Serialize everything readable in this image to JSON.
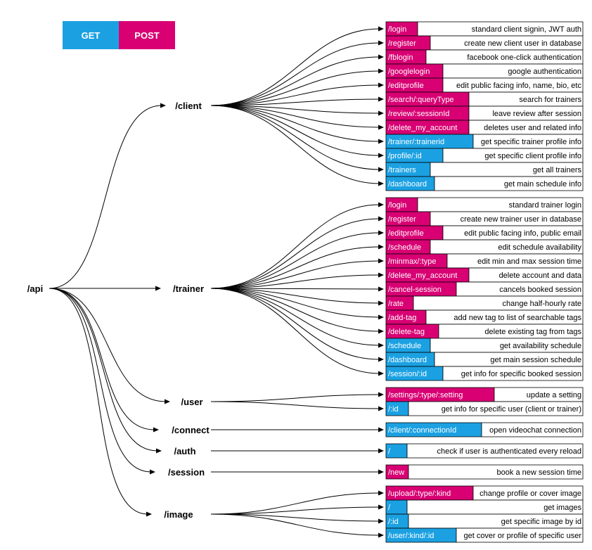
{
  "colors": {
    "GET": "#1ba1e2",
    "POST": "#d80073"
  },
  "legend": {
    "get_label": "GET",
    "post_label": "POST"
  },
  "root": {
    "label": "/api"
  },
  "groups": [
    {
      "label": "/client",
      "routes": [
        {
          "path": "/login",
          "method": "POST",
          "desc": "standard client signin, JWT auth"
        },
        {
          "path": "/register",
          "method": "POST",
          "desc": "create new client user in database"
        },
        {
          "path": "/fblogin",
          "method": "POST",
          "desc": "facebook one-click authentication"
        },
        {
          "path": "/googlelogin",
          "method": "POST",
          "desc": "google authentication"
        },
        {
          "path": "/editprofile",
          "method": "POST",
          "desc": "edit public facing info, name, bio, etc"
        },
        {
          "path": "/search/:queryType",
          "method": "POST",
          "desc": "search for trainers"
        },
        {
          "path": "/review/:sessionId",
          "method": "POST",
          "desc": "leave review after session"
        },
        {
          "path": "/delete_my_account",
          "method": "POST",
          "desc": "deletes user and related info"
        },
        {
          "path": "/trainer/:trainerid",
          "method": "GET",
          "desc": "get specific trainer profile info"
        },
        {
          "path": "/profile/:id",
          "method": "GET",
          "desc": "get specific client profile info"
        },
        {
          "path": "/trainers",
          "method": "GET",
          "desc": "get all trainers"
        },
        {
          "path": "/dashboard",
          "method": "GET",
          "desc": "get main schedule info"
        }
      ]
    },
    {
      "label": "/trainer",
      "routes": [
        {
          "path": "/login",
          "method": "POST",
          "desc": "standard trainer login"
        },
        {
          "path": "/register",
          "method": "POST",
          "desc": "create new trainer user in database"
        },
        {
          "path": "/editprofile",
          "method": "POST",
          "desc": "edit public facing info, public email"
        },
        {
          "path": "/schedule",
          "method": "POST",
          "desc": "edit schedule availability"
        },
        {
          "path": "/minmax/:type",
          "method": "POST",
          "desc": "edit min and max session time"
        },
        {
          "path": "/delete_my_account",
          "method": "POST",
          "desc": "delete account and data"
        },
        {
          "path": "/cancel-session",
          "method": "POST",
          "desc": "cancels booked session"
        },
        {
          "path": "/rate",
          "method": "POST",
          "desc": "change half-hourly rate"
        },
        {
          "path": "/add-tag",
          "method": "POST",
          "desc": "add new tag to list of searchable tags"
        },
        {
          "path": "/delete-tag",
          "method": "POST",
          "desc": "delete existing tag from tags"
        },
        {
          "path": "/schedule",
          "method": "GET",
          "desc": "get availability schedule"
        },
        {
          "path": "/dashboard",
          "method": "GET",
          "desc": "get main session schedule"
        },
        {
          "path": "/session/:id",
          "method": "GET",
          "desc": "get info for specific booked session"
        }
      ]
    },
    {
      "label": "/user",
      "routes": [
        {
          "path": "/settings/:type/:setting",
          "method": "POST",
          "desc": "update a setting"
        },
        {
          "path": "/:id",
          "method": "GET",
          "desc": "get info for specific user (client or trainer)"
        }
      ]
    },
    {
      "label": "/connect",
      "routes": [
        {
          "path": "/client/:connectionId",
          "method": "GET",
          "desc": "open videochat connection"
        }
      ]
    },
    {
      "label": "/auth",
      "routes": [
        {
          "path": "/",
          "method": "GET",
          "desc": "check if user is authenticated every reload"
        }
      ]
    },
    {
      "label": "/session",
      "routes": [
        {
          "path": "/new",
          "method": "POST",
          "desc": "book a new session time"
        }
      ]
    },
    {
      "label": "/image",
      "routes": [
        {
          "path": "/upload/:type/:kind",
          "method": "POST",
          "desc": "change profile or cover image"
        },
        {
          "path": "/",
          "method": "GET",
          "desc": "get images"
        },
        {
          "path": "/:id",
          "method": "GET",
          "desc": "get specific image by id"
        },
        {
          "path": "/user/:kind/:id",
          "method": "GET",
          "desc": "get cover or profile of specific user"
        }
      ]
    }
  ]
}
